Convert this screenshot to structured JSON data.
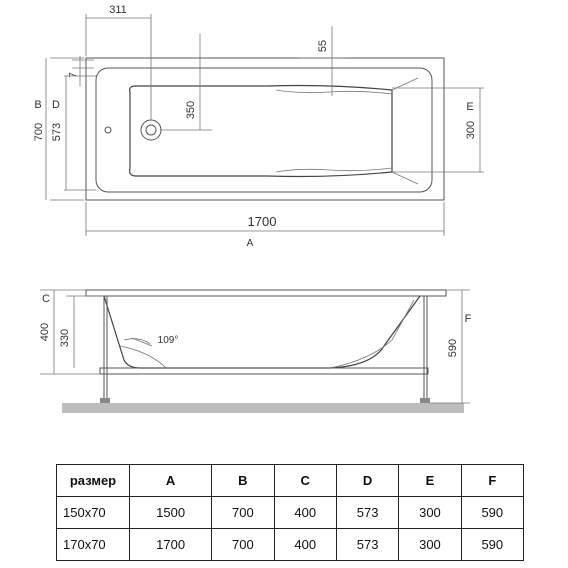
{
  "top_view": {
    "dim_311": "311",
    "dim_55": "55",
    "dim_7": "7",
    "dim_350": "350",
    "dim_700": "700",
    "dim_573": "573",
    "dim_300": "300",
    "dim_1700": "1700",
    "label_b": "B",
    "label_d": "D",
    "label_e": "E",
    "label_a": "A"
  },
  "side_view": {
    "label_c": "C",
    "label_f": "F",
    "dim_400": "400",
    "dim_330": "330",
    "dim_590": "590",
    "angle": "109°"
  },
  "table": {
    "headers": [
      "размер",
      "A",
      "B",
      "C",
      "D",
      "E",
      "F"
    ],
    "rows": [
      [
        "150x70",
        "1500",
        "700",
        "400",
        "573",
        "300",
        "590"
      ],
      [
        "170x70",
        "1700",
        "700",
        "400",
        "573",
        "300",
        "590"
      ]
    ]
  }
}
